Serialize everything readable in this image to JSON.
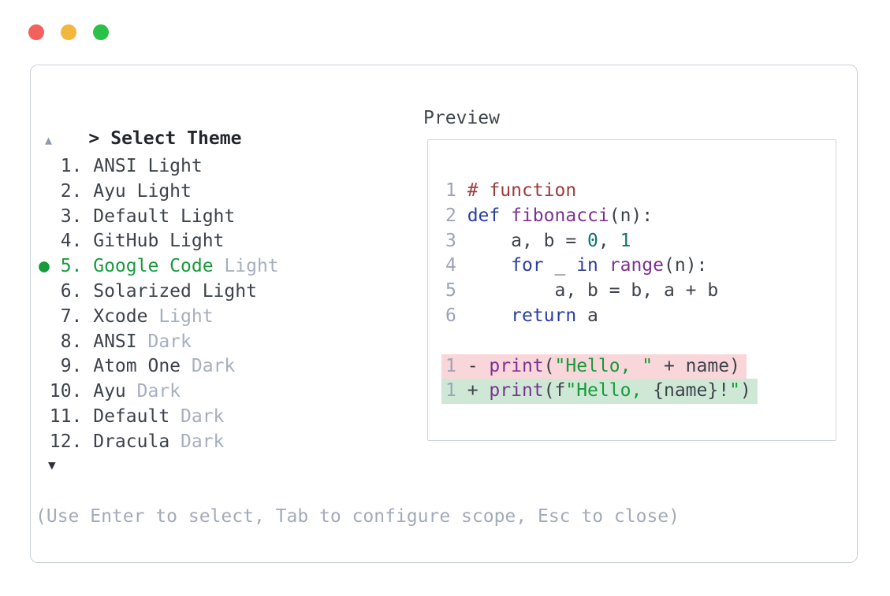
{
  "window": {
    "controls": [
      {
        "name": "close",
        "color": "#f2615b"
      },
      {
        "name": "minimize",
        "color": "#f3b73d"
      },
      {
        "name": "maximize",
        "color": "#2bc148"
      }
    ]
  },
  "dialog": {
    "prompt_caret": ">",
    "title": "Select Theme",
    "preview_label": "Preview",
    "scroll_up_indicator": "▲",
    "scroll_down_indicator": "▼",
    "help_text": "(Use Enter to select, Tab to configure scope, Esc to close)"
  },
  "theme_list": {
    "selected_bullet": "●",
    "selected_number": "5",
    "items": [
      {
        "num": "1",
        "name": "ANSI Light",
        "suffix": "",
        "selected": false
      },
      {
        "num": "2",
        "name": "Ayu Light",
        "suffix": "",
        "selected": false
      },
      {
        "num": "3",
        "name": "Default Light",
        "suffix": "",
        "selected": false
      },
      {
        "num": "4",
        "name": "GitHub Light",
        "suffix": "",
        "selected": false
      },
      {
        "num": "5",
        "name": "Google Code",
        "suffix": "Light",
        "selected": true
      },
      {
        "num": "6",
        "name": "Solarized Light",
        "suffix": "",
        "selected": false
      },
      {
        "num": "7",
        "name": "Xcode",
        "suffix": "Light",
        "selected": false
      },
      {
        "num": "8",
        "name": "ANSI",
        "suffix": "Dark",
        "selected": false
      },
      {
        "num": "9",
        "name": "Atom One",
        "suffix": "Dark",
        "selected": false
      },
      {
        "num": "10",
        "name": "Ayu",
        "suffix": "Dark",
        "selected": false
      },
      {
        "num": "11",
        "name": "Default",
        "suffix": "Dark",
        "selected": false
      },
      {
        "num": "12",
        "name": "Dracula",
        "suffix": "Dark",
        "selected": false
      }
    ]
  },
  "preview_code": {
    "lines": [
      {
        "bg": "",
        "tokens": [
          {
            "t": "1 ",
            "c": "ln"
          },
          {
            "t": "# function",
            "c": "cm"
          }
        ]
      },
      {
        "bg": "",
        "tokens": [
          {
            "t": "2 ",
            "c": "ln"
          },
          {
            "t": "def",
            "c": "kw"
          },
          {
            "t": " ",
            "c": "pl"
          },
          {
            "t": "fibonacci",
            "c": "fn"
          },
          {
            "t": "(n):",
            "c": "pl"
          }
        ]
      },
      {
        "bg": "",
        "tokens": [
          {
            "t": "3 ",
            "c": "ln"
          },
          {
            "t": "    a, b = ",
            "c": "pl"
          },
          {
            "t": "0",
            "c": "nm"
          },
          {
            "t": ", ",
            "c": "pl"
          },
          {
            "t": "1",
            "c": "nm"
          }
        ]
      },
      {
        "bg": "",
        "tokens": [
          {
            "t": "4 ",
            "c": "ln"
          },
          {
            "t": "    ",
            "c": "pl"
          },
          {
            "t": "for",
            "c": "kw"
          },
          {
            "t": " _ ",
            "c": "pl"
          },
          {
            "t": "in",
            "c": "kw"
          },
          {
            "t": " ",
            "c": "pl"
          },
          {
            "t": "range",
            "c": "fn"
          },
          {
            "t": "(n):",
            "c": "pl"
          }
        ]
      },
      {
        "bg": "",
        "tokens": [
          {
            "t": "5 ",
            "c": "ln"
          },
          {
            "t": "        a, b = b, a + b",
            "c": "pl"
          }
        ]
      },
      {
        "bg": "",
        "tokens": [
          {
            "t": "6 ",
            "c": "ln"
          },
          {
            "t": "    ",
            "c": "pl"
          },
          {
            "t": "return",
            "c": "kw"
          },
          {
            "t": " a",
            "c": "pl"
          }
        ]
      },
      {
        "bg": "",
        "tokens": []
      },
      {
        "bg": "del",
        "tokens": [
          {
            "t": "1 ",
            "c": "ln"
          },
          {
            "t": "- ",
            "c": "pl"
          },
          {
            "t": "print",
            "c": "fn"
          },
          {
            "t": "(",
            "c": "pl"
          },
          {
            "t": "\"Hello, \"",
            "c": "st"
          },
          {
            "t": " + name)",
            "c": "pl"
          }
        ]
      },
      {
        "bg": "add",
        "tokens": [
          {
            "t": "1 ",
            "c": "ln"
          },
          {
            "t": "+ ",
            "c": "pl"
          },
          {
            "t": "print",
            "c": "fn"
          },
          {
            "t": "(f",
            "c": "pl"
          },
          {
            "t": "\"Hello, ",
            "c": "st"
          },
          {
            "t": "{name}",
            "c": "pl"
          },
          {
            "t": "!",
            "c": "pl"
          },
          {
            "t": "\"",
            "c": "st"
          },
          {
            "t": ")",
            "c": "pl"
          }
        ]
      }
    ]
  },
  "colors": {
    "panel_border": "#cbd0d9",
    "selected_green": "#189b3c",
    "muted_gray": "#a6afbf",
    "help_gray": "#a2abba",
    "line_number": "#9ba4b5",
    "comment": "#a03b3b",
    "keyword": "#2c3f9f",
    "function_name": "#7c3292",
    "number_literal": "#0f7373",
    "string_literal": "#189a3a",
    "plain_code": "#3d434b",
    "diff_removed_bg": "#f9d6da",
    "diff_added_bg": "#cfe8d6"
  }
}
